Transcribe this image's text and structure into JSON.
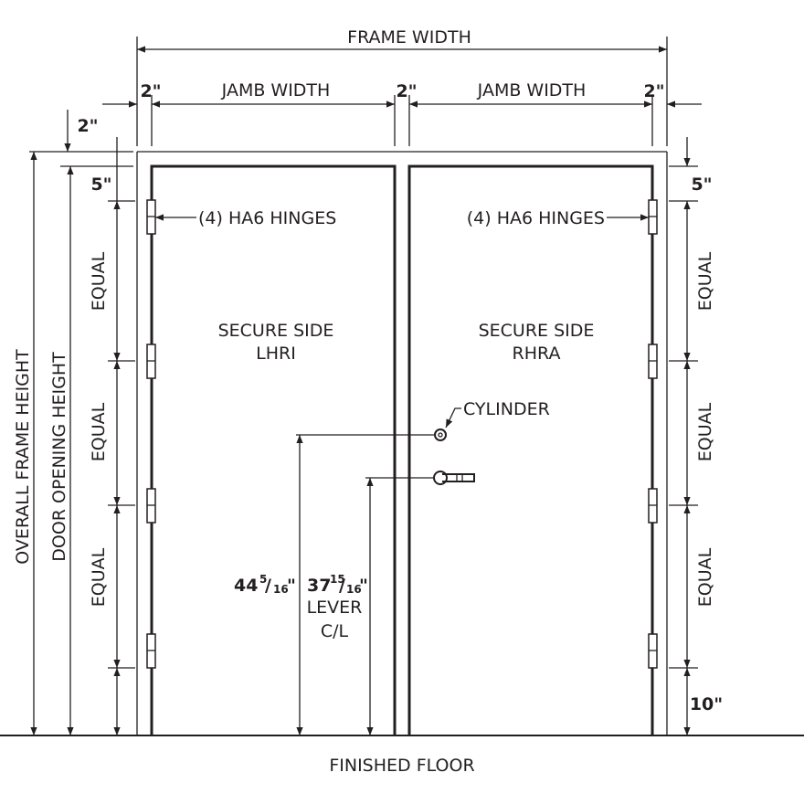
{
  "labels": {
    "frame_width": "FRAME WIDTH",
    "jamb_width_left": "JAMB WIDTH",
    "jamb_width_right": "JAMB WIDTH",
    "dim_2_left": "2\"",
    "dim_2_center": "2\"",
    "dim_2_right": "2\"",
    "dim_2_head": "2\"",
    "dim_5_left": "5\"",
    "dim_5_right": "5\"",
    "dim_10_bottom": "10\"",
    "hinges_left": "(4) HA6 HINGES",
    "hinges_right": "(4) HA6 HINGES",
    "equal": "EQUAL",
    "left_leaf_line1": "SECURE SIDE",
    "left_leaf_line2": "LHRI",
    "right_leaf_line1": "SECURE SIDE",
    "right_leaf_line2": "RHRA",
    "cylinder": "CYLINDER",
    "cyl_height_whole": "44",
    "cyl_height_num": "5",
    "cyl_height_den": "16",
    "lever_height_whole": "37",
    "lever_height_num": "15",
    "lever_height_den": "16",
    "inch_mark": "\"",
    "frac_slash": "/",
    "lever_line1": "LEVER",
    "lever_line2": "C/L",
    "overall_frame_height": "OVERALL FRAME HEIGHT",
    "door_opening_height": "DOOR OPENING HEIGHT",
    "finished_floor": "FINISHED FLOOR"
  }
}
